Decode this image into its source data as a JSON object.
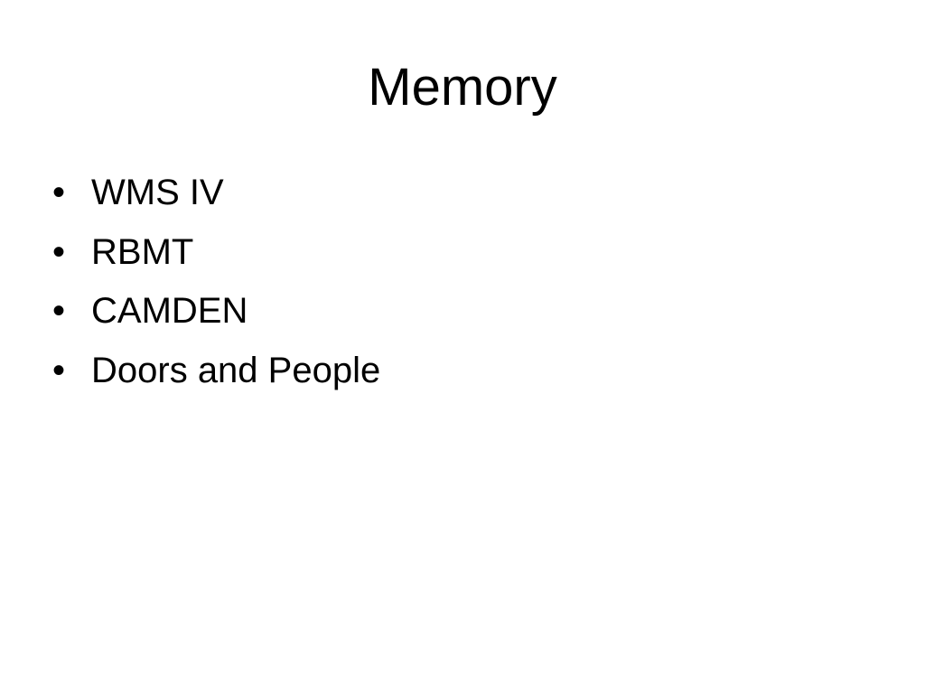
{
  "slide": {
    "title": "Memory",
    "bullet_glyph": "•",
    "items": [
      {
        "text": "WMS IV"
      },
      {
        "text": "RBMT"
      },
      {
        "text": "CAMDEN"
      },
      {
        "text": "Doors and People"
      }
    ]
  }
}
